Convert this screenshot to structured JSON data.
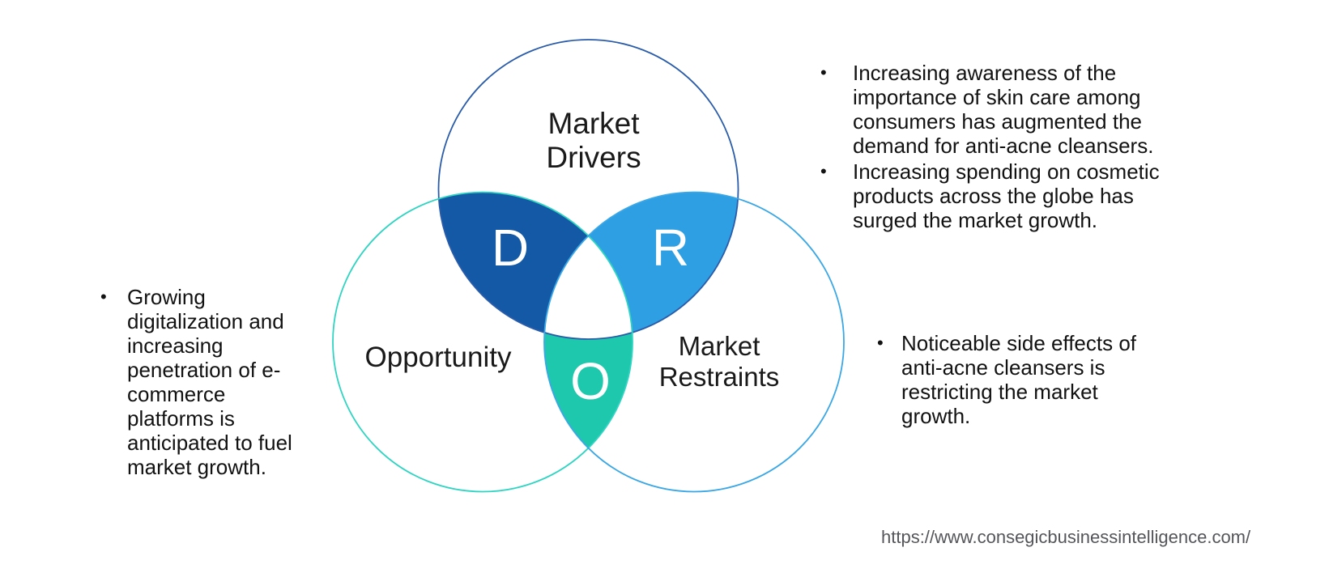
{
  "glyphs": {
    "bullet": "•"
  },
  "venn": {
    "circles": [
      {
        "name": "drivers",
        "label_line1": "Market",
        "label_line2": "Drivers",
        "stroke": "#2A5CAA"
      },
      {
        "name": "opportunity",
        "label": "Opportunity",
        "stroke": "#2FD5C2"
      },
      {
        "name": "restraints",
        "label_line1": "Market",
        "label_line2": "Restraints",
        "stroke": "#3AA7E6"
      }
    ],
    "petals": [
      {
        "letter": "D",
        "meaning": "Drivers overlap",
        "fill": "#1459A5"
      },
      {
        "letter": "R",
        "meaning": "Restraints overlap",
        "fill": "#2E9FE3"
      },
      {
        "letter": "O",
        "meaning": "Opportunity overlap",
        "fill": "#1EC8AC"
      }
    ]
  },
  "annotations": {
    "drivers": [
      "Increasing awareness of the importance of skin care among consumers has augmented the demand for anti-acne cleansers.",
      "Increasing spending on cosmetic products across the globe has surged the market growth."
    ],
    "opportunity": [
      "Growing digitalization and increasing penetration of e-commerce platforms is anticipated to fuel market growth."
    ],
    "restraints": [
      "Noticeable side effects of anti-acne cleansers is restricting the market growth."
    ]
  },
  "footer": {
    "source_url": "https://www.consegicbusinessintelligence.com/"
  }
}
